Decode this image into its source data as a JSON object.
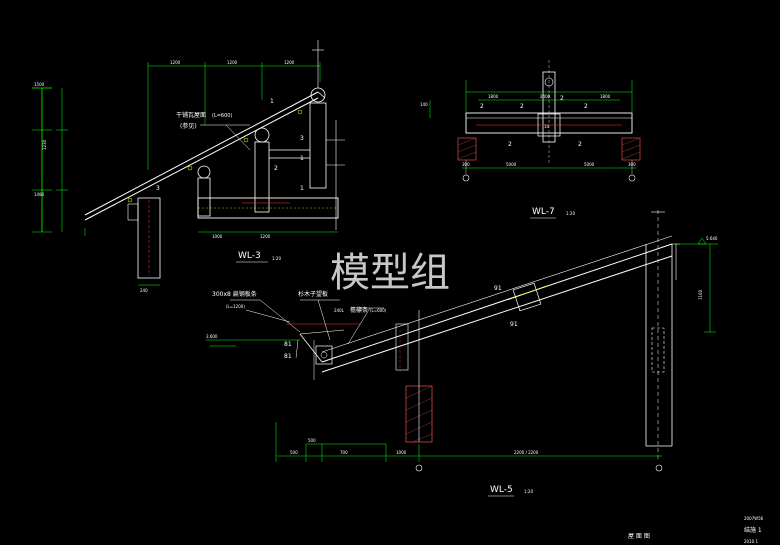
{
  "watermark": "模型组",
  "colors": {
    "background": "#000000",
    "line_white": "#ffffff",
    "line_green": "#00ff00",
    "line_yellow": "#ffff00",
    "line_red": "#ff3030",
    "line_cyan": "#00e0ff",
    "hatch": "#c04040"
  },
  "wl3": {
    "title": "WL-3",
    "scale": "1:20",
    "note_1": "干铺瓦屋面",
    "note_1_paren": "(L=600)",
    "note_2": "(参见)",
    "dim_top": [
      "1200",
      "1200",
      "1200"
    ],
    "left_labels": [
      "1500",
      "1230",
      "1480"
    ],
    "numbers": [
      "1",
      "3",
      "1",
      "2",
      "1",
      "3"
    ]
  },
  "wl7": {
    "title": "WL-7",
    "scale": "1:20",
    "dims": [
      "1800",
      "2400",
      "1800"
    ],
    "numbers": [
      "2",
      "2",
      "2",
      "2",
      "2",
      "2"
    ],
    "center_label": "10",
    "bottom": [
      "300",
      "5000",
      "5000",
      "300"
    ]
  },
  "wl5": {
    "title": "WL-5",
    "scale": "1:20",
    "note_1": "300x8 扁钢板条",
    "note_1b": "(L=1200)",
    "note_2": "杉木子望板",
    "note_3": "240L",
    "note_4": "檐檩条",
    "note_4b": "(L=600)",
    "left_level": "3.600",
    "right_level": "5.640",
    "right_vert_dim": "1160",
    "bottom_dims": [
      "500",
      "500",
      "700",
      "2200 / 2200",
      "1000"
    ],
    "numbers": [
      "91",
      "91",
      "81",
      "81"
    ]
  },
  "title_block": {
    "line_1": "2007W56",
    "line_2": "结施  1",
    "line_3": "屋 面 图",
    "line_4": "2010.1"
  }
}
